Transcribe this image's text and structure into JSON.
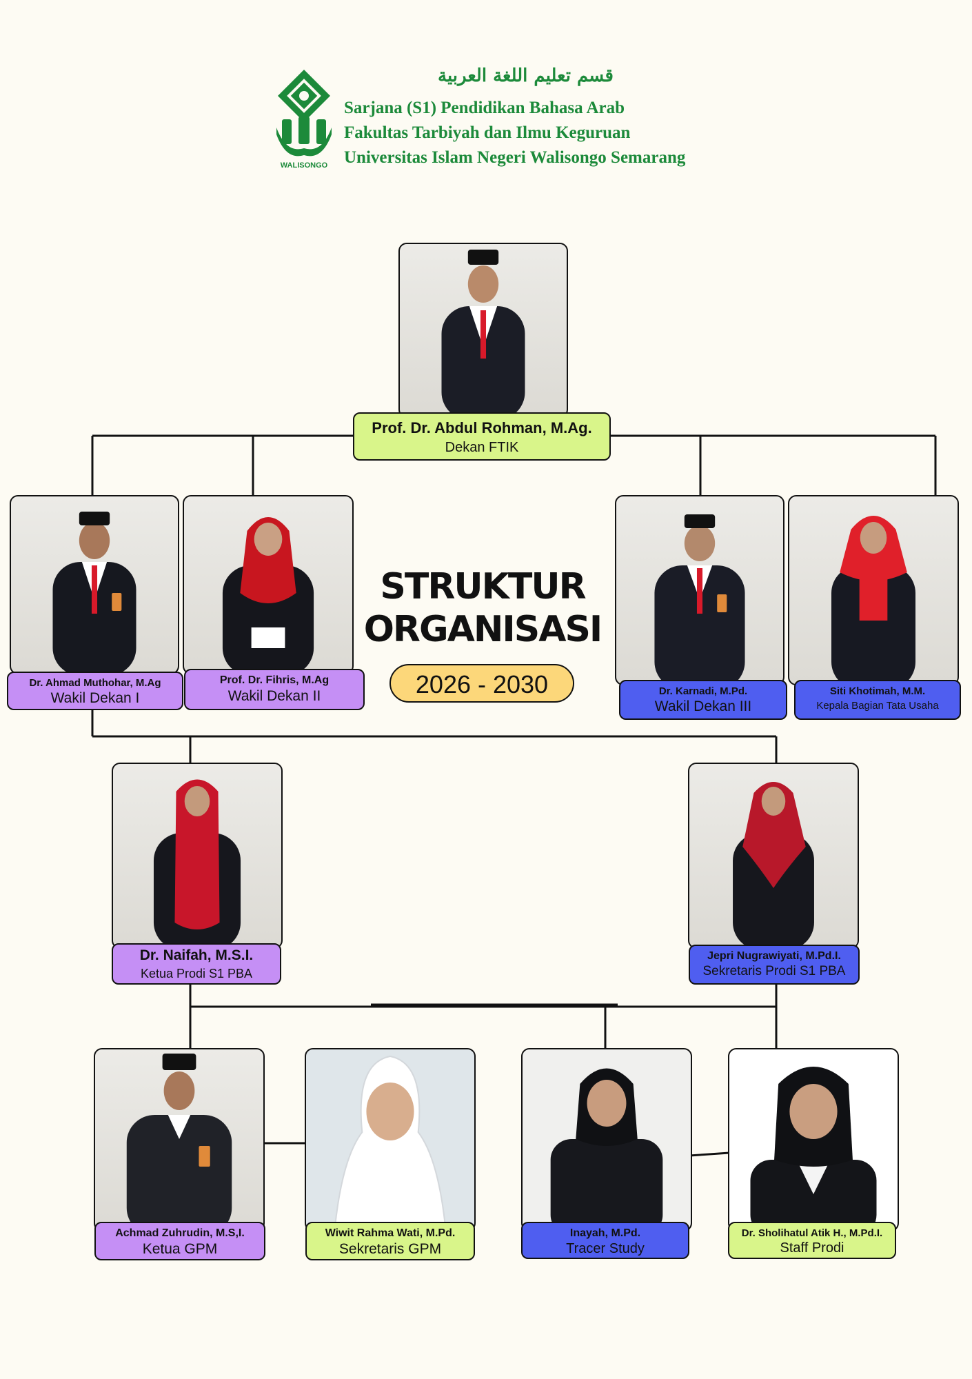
{
  "header": {
    "arabic": "قسم تعليم اللغة العربية",
    "line1": "Sarjana (S1) Pendidikan Bahasa Arab",
    "line2": "Fakultas Tarbiyah dan Ilmu Keguruan",
    "line3": "Universitas Islam Negeri Walisongo Semarang",
    "logo_text": "WALISONGO"
  },
  "title": {
    "line1": "STRUKTUR",
    "line2": "ORGANISASI",
    "period": "2026 - 2030"
  },
  "colors": {
    "green": "#d9f58a",
    "purple": "#c58ff5",
    "blue": "#4f5ef0",
    "period": "#fcd77a",
    "background": "#fdfbf3",
    "logo": "#1c8a3a"
  },
  "people": {
    "dekan": {
      "name": "Prof. Dr. Abdul Rohman, M.Ag.",
      "role": "Dekan FTIK"
    },
    "wd1": {
      "name": "Dr. Ahmad Muthohar, M.Ag",
      "role": "Wakil Dekan I"
    },
    "wd2": {
      "name": "Prof. Dr. Fihris, M.Ag",
      "role": "Wakil Dekan II"
    },
    "wd3": {
      "name": "Dr. Karnadi, M.Pd.",
      "role": "Wakil Dekan III"
    },
    "kabag": {
      "name": "Siti Khotimah, M.M.",
      "role": "Kepala Bagian Tata Usaha"
    },
    "kaprodi": {
      "name": "Dr. Naifah, M.S.I.",
      "role": "Ketua Prodi S1 PBA"
    },
    "sekprodi": {
      "name": "Jepri Nugrawiyati, M.Pd.I.",
      "role": "Sekretaris Prodi S1 PBA"
    },
    "kgpm": {
      "name": "Achmad Zuhrudin, M.S,I.",
      "role": "Ketua GPM"
    },
    "sgpm": {
      "name": "Wiwit Rahma Wati, M.Pd.",
      "role": "Sekretaris GPM"
    },
    "tracer": {
      "name": "Inayah, M.Pd.",
      "role": "Tracer Study"
    },
    "staff": {
      "name": "Dr. Sholihatul Atik H., M.Pd.I.",
      "role": "Staff Prodi"
    }
  }
}
